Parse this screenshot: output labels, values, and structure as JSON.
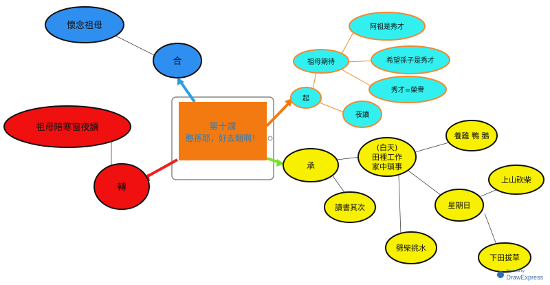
{
  "colors": {
    "blue": "#2e8ff0",
    "cyan": "#33f0f0",
    "red": "#f01010",
    "yellow": "#f7f000",
    "orange_center": "#f27a10",
    "orange_line": "#f08a30",
    "green_arrow": "#7ae02a",
    "red_arrow": "#ee2020",
    "blue_arrow": "#2aa0e0",
    "center_text": "#2e7dbf"
  },
  "center": {
    "line1": "第十課",
    "line2": "憨孫耶，好去睏啊！"
  },
  "nodes": {
    "he": "合",
    "huainian": "懷念祖母",
    "qi": "起",
    "zumu_qidai": "祖母期待",
    "azu_xiucai": "阿祖是秀才",
    "xiwang": "希望孫子是秀才",
    "xiucai_rongyu": "秀才=榮譽",
    "yedu": "夜讀",
    "cheng": "承",
    "daytime_l1": "(白天)",
    "daytime_l2": "田裡工作",
    "daytime_l3": "家中瑣事",
    "yangji": "養雞 鴨 鵝",
    "xingqiri": "星期日",
    "shangshan": "上山砍柴",
    "xiatian": "下田拔草",
    "dushu": "讀書其次",
    "pichai": "劈柴挑水",
    "zhuan": "轉",
    "zumu_peiban": "祖母陪寒窗夜讀"
  },
  "watermark": {
    "line1": "Powered by",
    "line2": "DrawExpress"
  }
}
